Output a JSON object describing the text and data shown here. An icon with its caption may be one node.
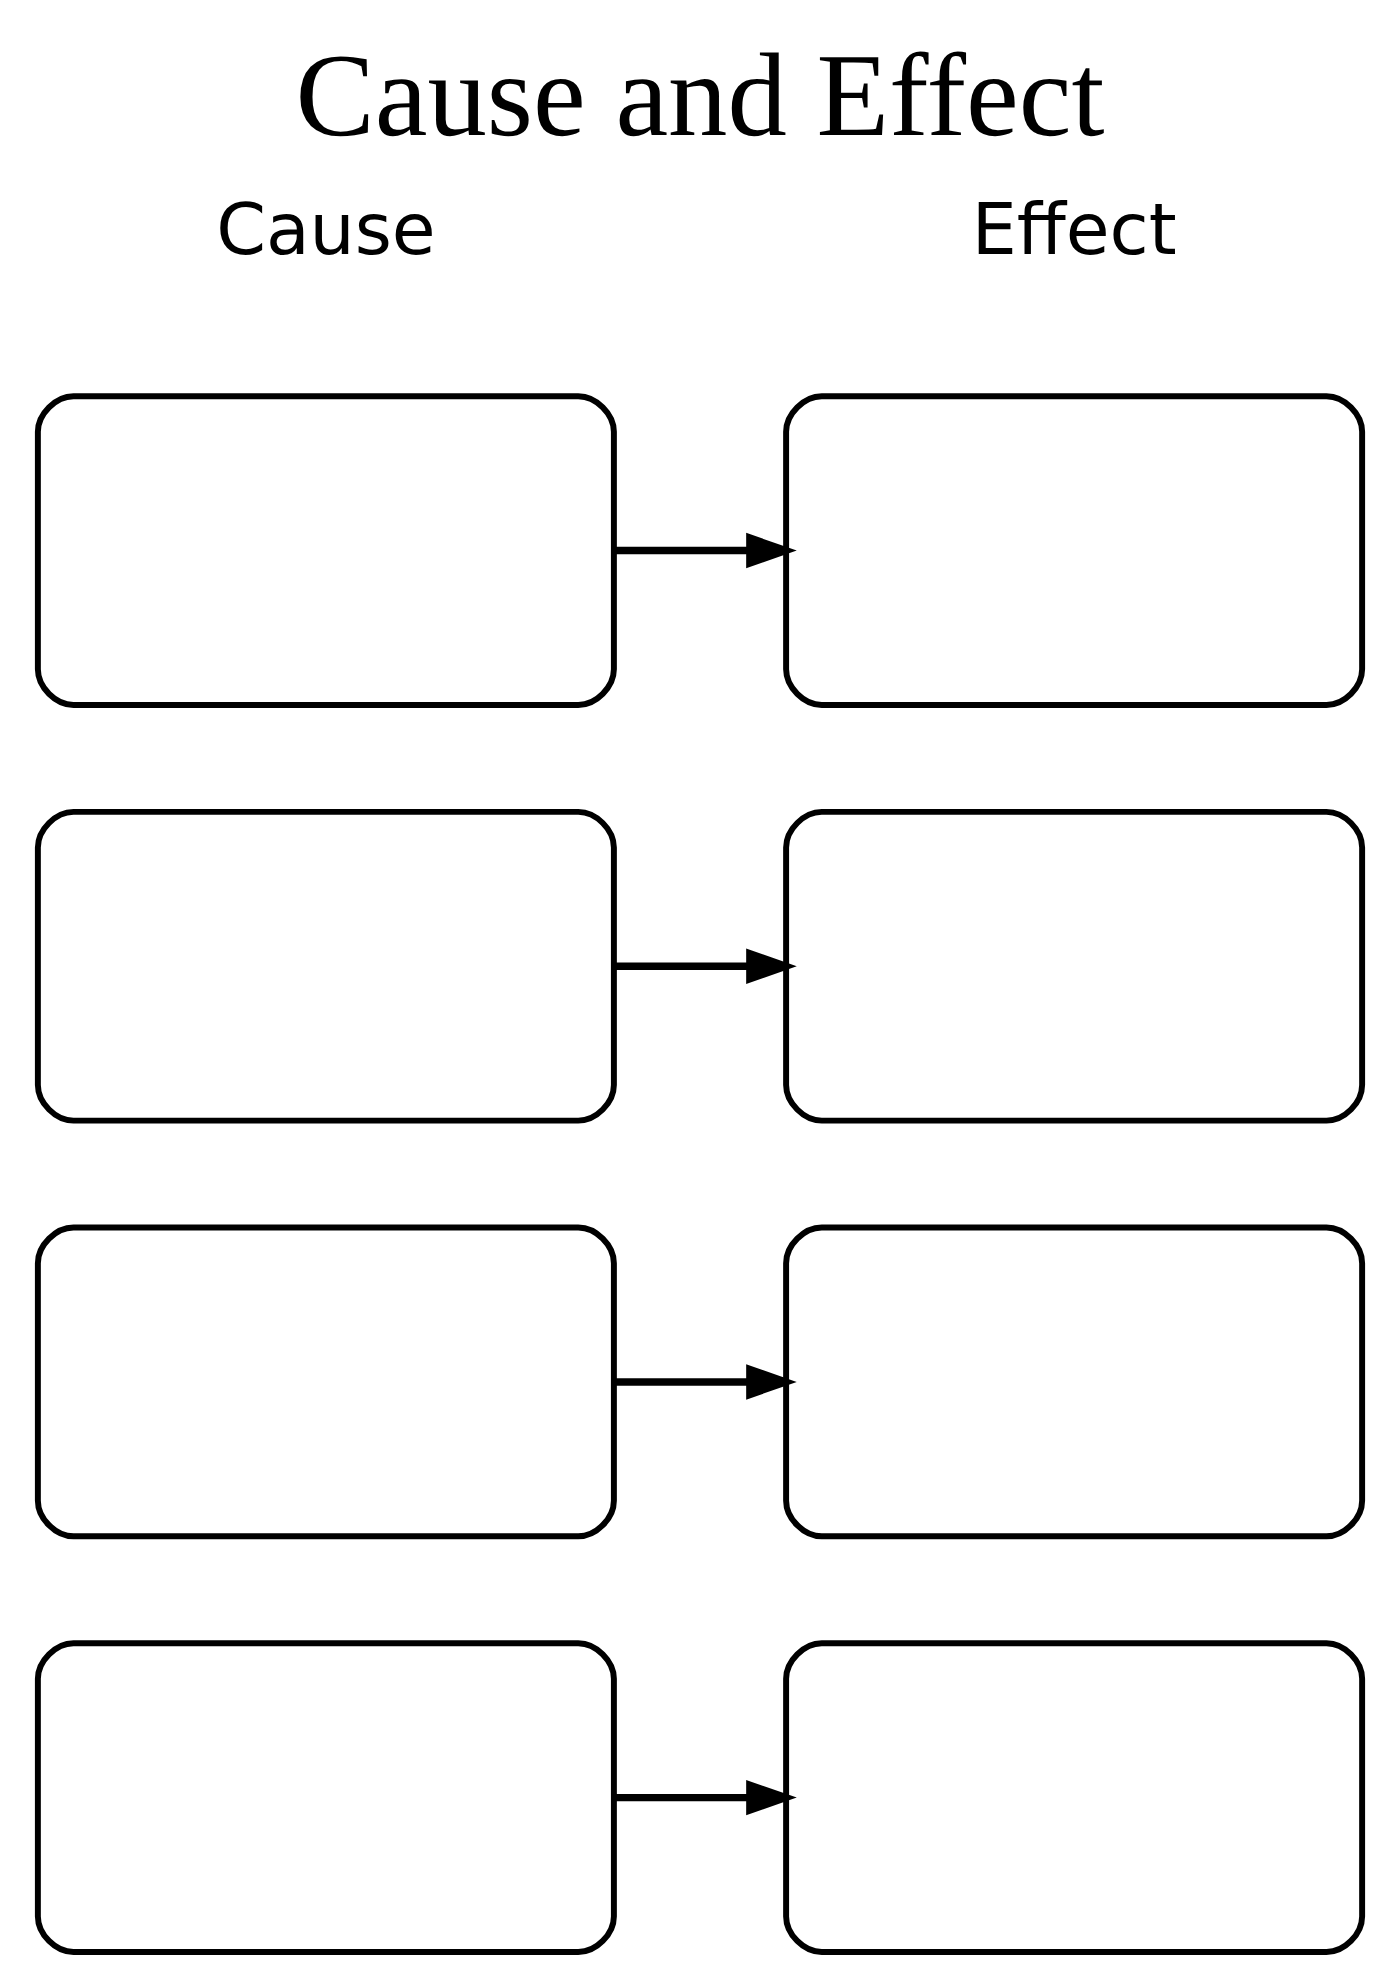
{
  "diagram": {
    "title": "Cause and Effect",
    "nodes": [
      {
        "text": [],
        "shape": "box"
      },
      {
        "text": [],
        "shape": "box"
      },
      {
        "text": [],
        "shape": "box"
      },
      {
        "text": [],
        "shape": "box"
      },
      {
        "text": [],
        "shape": "box"
      },
      {
        "text": [],
        "shape": "box"
      },
      {
        "text": [],
        "shape": "box"
      },
      {
        "text": [],
        "shape": "box"
      }
    ],
    "edges": [
      {
        "from": 0,
        "to": 1,
        "arrow": "to"
      },
      {
        "from": 2,
        "to": 3,
        "arrow": "to"
      },
      {
        "from": 4,
        "to": 5,
        "arrow": "to"
      },
      {
        "from": 6,
        "to": 7,
        "arrow": "to"
      }
    ],
    "labels": [
      "Cause",
      "Effect"
    ]
  }
}
